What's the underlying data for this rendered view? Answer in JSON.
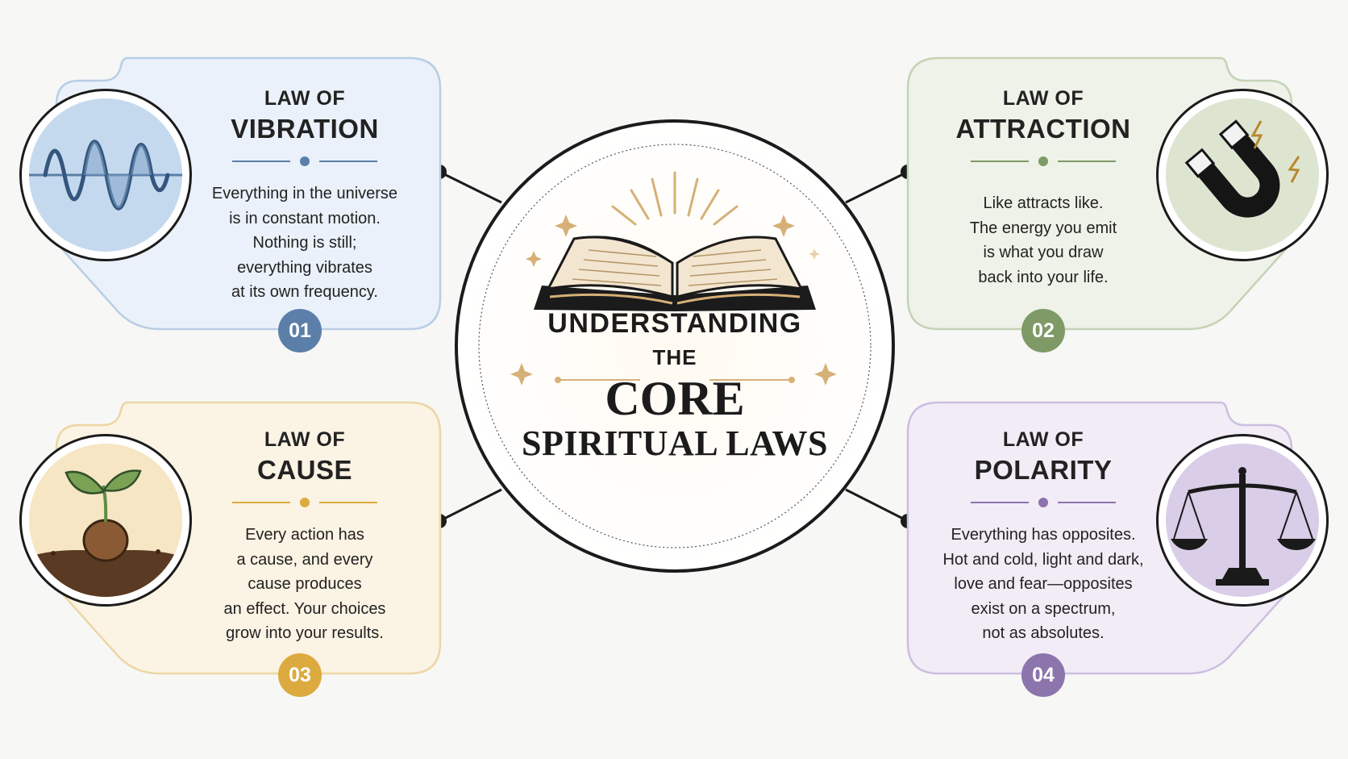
{
  "center": {
    "line1": "UNDERSTANDING",
    "line2": "THE",
    "line3": "CORE",
    "line4": "SPIRITUAL LAWS",
    "icon": "open-book-icon"
  },
  "laws": [
    {
      "id": "vibration",
      "prefix": "LAW OF",
      "name": "VIBRATION",
      "number": "01",
      "description": [
        "Everything in the universe",
        "is in constant motion.",
        "Nothing is still;",
        "everything vibrates",
        "at its own frequency."
      ],
      "icon": "sine-wave-icon",
      "accent": "#5b7fa8",
      "fill": "#eaf1fa",
      "border": "#b9cde4"
    },
    {
      "id": "attraction",
      "prefix": "LAW OF",
      "name": "ATTRACTION",
      "number": "02",
      "description": [
        "Like attracts like.",
        "The energy you emit",
        "is what you draw",
        "back into your life."
      ],
      "icon": "magnet-icon",
      "accent": "#7f9a66",
      "fill": "#eef2e8",
      "border": "#c4d3b5"
    },
    {
      "id": "cause",
      "prefix": "LAW OF",
      "name": "CAUSE",
      "number": "03",
      "description": [
        "Every action has",
        "a cause, and every",
        "cause produces",
        "an effect. Your choices",
        "grow into your results."
      ],
      "icon": "seedling-icon",
      "accent": "#dcaa3f",
      "fill": "#fbf3e3",
      "border": "#ecd6a4"
    },
    {
      "id": "polarity",
      "prefix": "LAW OF",
      "name": "POLARITY",
      "number": "04",
      "description": [
        "Everything has opposites.",
        "Hot and cold, light and dark,",
        "love and fear—opposites",
        "exist on a spectrum,",
        "not as absolutes."
      ],
      "icon": "balance-scale-icon",
      "accent": "#8c74ad",
      "fill": "#f1ecf6",
      "border": "#cdbfe0"
    }
  ]
}
